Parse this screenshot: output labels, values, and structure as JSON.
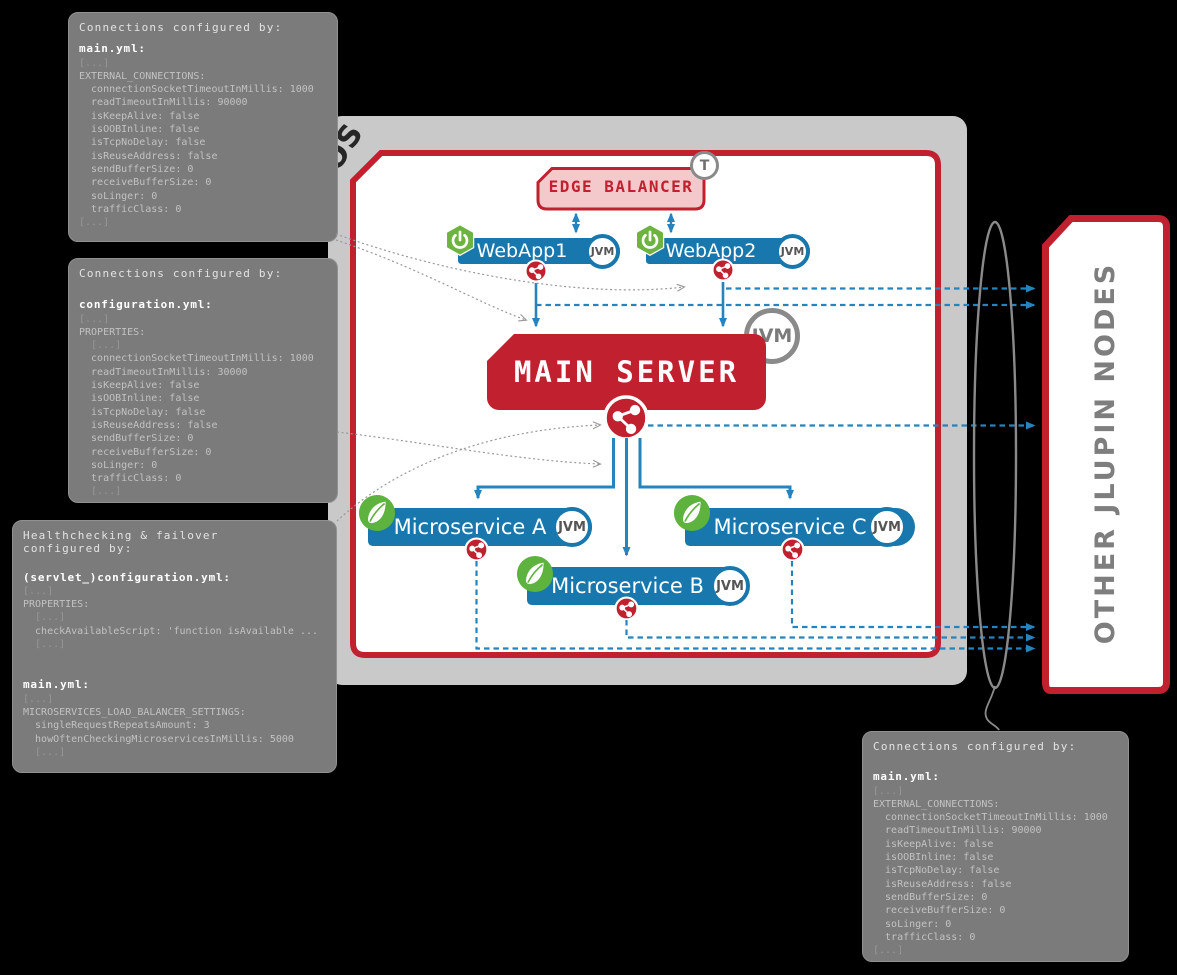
{
  "os_box": {
    "label": "OS"
  },
  "edge_balancer": {
    "label": "EDGE BALANCER",
    "badge": "T"
  },
  "webapps": [
    {
      "label": "WebApp1",
      "badge": "JVM"
    },
    {
      "label": "WebApp2",
      "badge": "JVM"
    }
  ],
  "main_server": {
    "label": "MAIN SERVER",
    "badge": "JVM"
  },
  "microservices": [
    {
      "label": "Microservice A",
      "badge": "JVM"
    },
    {
      "label": "Microservice B",
      "badge": "JVM"
    },
    {
      "label": "Microservice C",
      "badge": "JVM"
    }
  ],
  "other_nodes": {
    "label": "OTHER JLUPIN NODES"
  },
  "colors": {
    "accent_red": "#c1202f",
    "bar_blue": "#1878ad",
    "line_blue": "#2583bd",
    "spring_green": "#6db33f",
    "panel_gray": "#7b7b7b"
  },
  "callouts": {
    "box1": {
      "title": "Connections configured by:",
      "sections": [
        {
          "file": "main.yml:",
          "lines": [
            {
              "t": "[...]",
              "tone": "dim"
            },
            {
              "t": "EXTERNAL_CONNECTIONS:"
            },
            {
              "t": "  connectionSocketTimeoutInMillis: 1000"
            },
            {
              "t": "  readTimeoutInMillis: 90000"
            },
            {
              "t": "  isKeepAlive: false"
            },
            {
              "t": "  isOOBInline: false"
            },
            {
              "t": "  isTcpNoDelay: false"
            },
            {
              "t": "  isReuseAddress: false"
            },
            {
              "t": "  sendBufferSize: 0"
            },
            {
              "t": "  receiveBufferSize: 0"
            },
            {
              "t": "  soLinger: 0"
            },
            {
              "t": "  trafficClass: 0"
            },
            {
              "t": "[...]",
              "tone": "dim"
            }
          ]
        }
      ]
    },
    "box2": {
      "title": "Connections configured by:",
      "sections": [
        {
          "file": "configuration.yml:",
          "lines": [
            {
              "t": "[...]",
              "tone": "dim"
            },
            {
              "t": "PROPERTIES:"
            },
            {
              "t": "  [...]",
              "tone": "dim"
            },
            {
              "t": "  connectionSocketTimeoutInMillis: 1000"
            },
            {
              "t": "  readTimeoutInMillis: 30000"
            },
            {
              "t": "  isKeepAlive: false"
            },
            {
              "t": "  isOOBInline: false"
            },
            {
              "t": "  isTcpNoDelay: false"
            },
            {
              "t": "  isReuseAddress: false"
            },
            {
              "t": "  sendBufferSize: 0"
            },
            {
              "t": "  receiveBufferSize: 0"
            },
            {
              "t": "  soLinger: 0"
            },
            {
              "t": "  trafficClass: 0"
            },
            {
              "t": "  [...]",
              "tone": "dim"
            }
          ]
        }
      ]
    },
    "box3": {
      "title": "Healthchecking & failover\nconfigured by:",
      "sections": [
        {
          "file": "(servlet_)configuration.yml:",
          "lines": [
            {
              "t": "[...]",
              "tone": "dim"
            },
            {
              "t": "PROPERTIES:"
            },
            {
              "t": "  [...]",
              "tone": "dim"
            },
            {
              "t": "  checkAvailableScript: 'function isAvailable ..."
            },
            {
              "t": "  [...]",
              "tone": "dim"
            }
          ]
        },
        {
          "file": "main.yml:",
          "lines": [
            {
              "t": "[...]",
              "tone": "dim"
            },
            {
              "t": "MICROSERVICES_LOAD_BALANCER_SETTINGS:"
            },
            {
              "t": "  singleRequestRepeatsAmount: 3"
            },
            {
              "t": "  howOftenCheckingMicroservicesInMillis: 5000"
            },
            {
              "t": "  [...]",
              "tone": "dim"
            }
          ]
        }
      ]
    },
    "box4": {
      "title": "Connections configured by:",
      "sections": [
        {
          "file": "main.yml:",
          "lines": [
            {
              "t": "[...]",
              "tone": "dim"
            },
            {
              "t": "EXTERNAL_CONNECTIONS:"
            },
            {
              "t": "  connectionSocketTimeoutInMillis: 1000"
            },
            {
              "t": "  readTimeoutInMillis: 90000"
            },
            {
              "t": "  isKeepAlive: false"
            },
            {
              "t": "  isOOBInline: false"
            },
            {
              "t": "  isTcpNoDelay: false"
            },
            {
              "t": "  isReuseAddress: false"
            },
            {
              "t": "  sendBufferSize: 0"
            },
            {
              "t": "  receiveBufferSize: 0"
            },
            {
              "t": "  soLinger: 0"
            },
            {
              "t": "  trafficClass: 0"
            },
            {
              "t": "[...]",
              "tone": "dim"
            }
          ]
        }
      ]
    }
  }
}
